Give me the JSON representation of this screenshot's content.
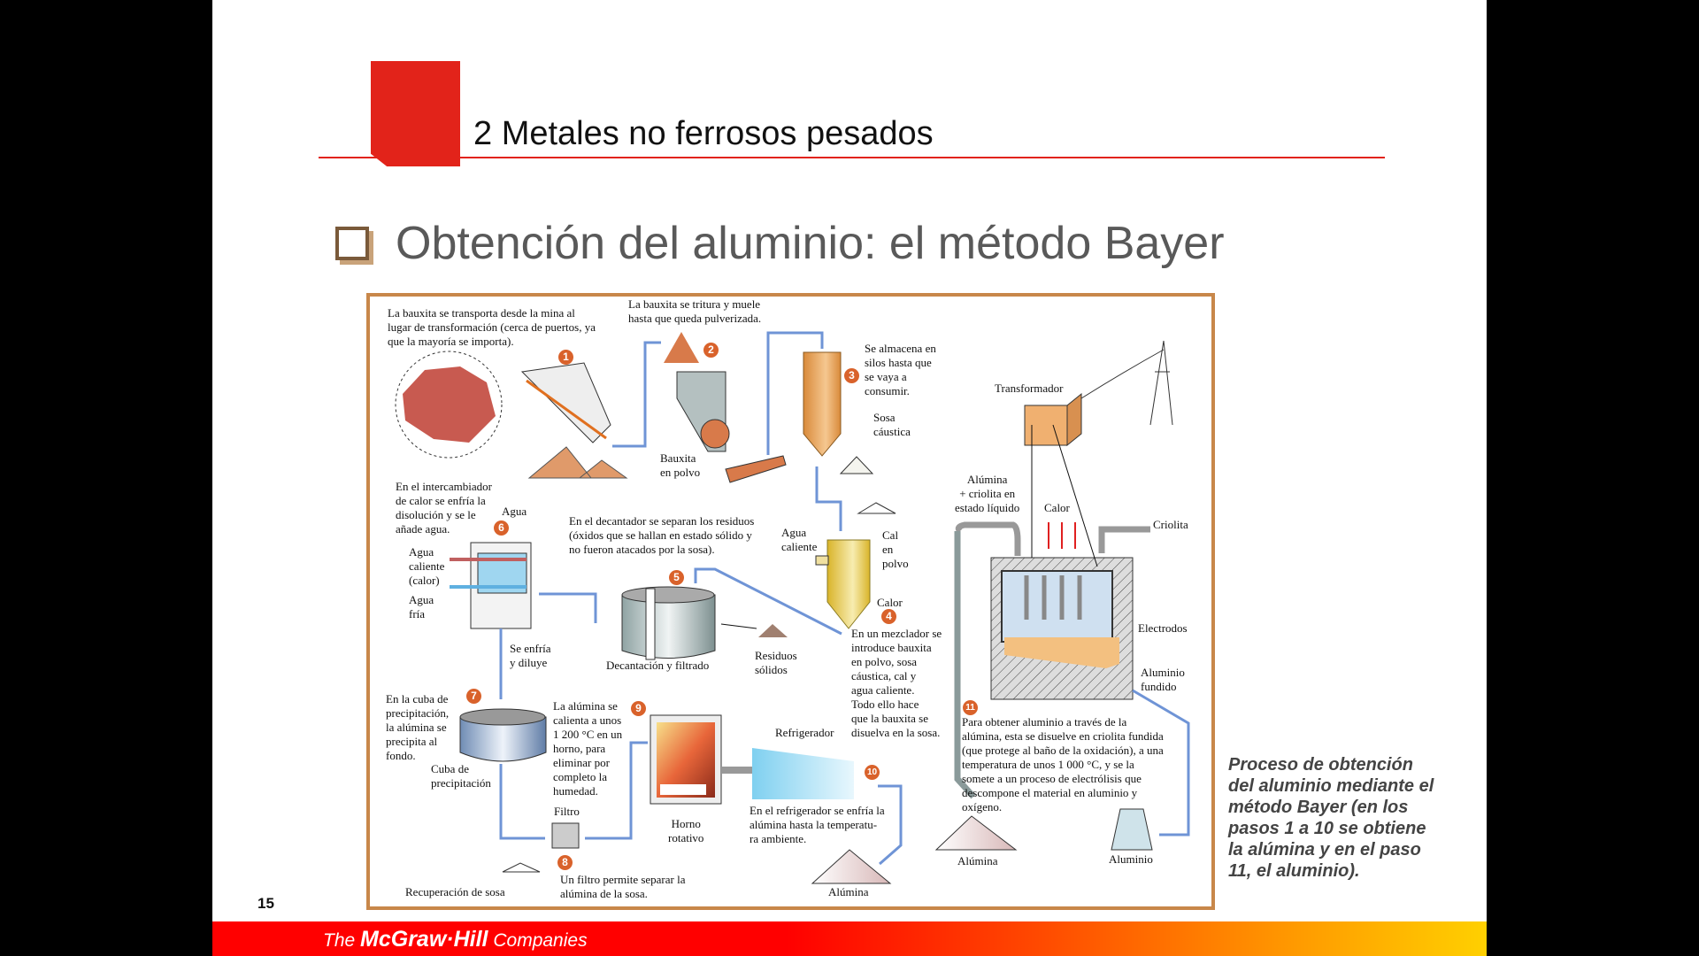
{
  "header": {
    "title": "2 Metales no ferrosos pesados"
  },
  "heading": "Obtención del aluminio: el método Bayer",
  "diagram": {
    "labels": [
      "La bauxita se transporta desde la mina al\nlugar de transformación (cerca de puertos, ya\nque la mayoría se importa).",
      "La bauxita se tritura y muele\nhasta que queda pulverizada.",
      "Se almacena en\nsilos hasta que\nse vaya a\nconsumir.",
      "Sosa\ncáustica",
      "Bauxita\nen polvo",
      "Transformador",
      "Alúmina\n+ criolita en\nestado líquido",
      "Calor",
      "Criolita",
      "En el intercambiador\nde calor se enfría la\ndisolución y se le\nañade agua.",
      "Agua",
      "En el decantador se separan los residuos\n(óxidos que se hallan en estado sólido y\nno fueron atacados por la sosa).",
      "Agua\ncaliente",
      "Cal\nen\npolvo",
      "Agua\ncaliente\n(calor)",
      "Agua\nfría",
      "Calor",
      "En un mezclador se\nintroduce bauxita\nen polvo, sosa\ncáustica, cal y\nagua caliente.\nTodo ello hace\nque la bauxita se\ndisuelva en la sosa.",
      "Electrodos",
      "Aluminio\nfundido",
      "Se enfría\ny diluye",
      "Decantación y filtrado",
      "Residuos\nsólidos",
      "En la cuba de\nprecipitación,\nla alúmina se\nprecipita al\nfondo.",
      "La alúmina se\ncalienta a unos\n1 200 °C en un\nhorno, para\neliminar por\ncompleto la\nhumedad.",
      "Refrigerador",
      "Para obtener aluminio a través de la\nalúmina, esta se disuelve en criolita fundida\n(que protege al baño de la oxidación), a una\ntemperatura de unos 1 000 °C, y se la\nsomete a un proceso de electrólisis que\ndescompone el material en aluminio y\noxígeno.",
      "Cuba de\nprecipitación",
      "Filtro",
      "Horno\nrotativo",
      "En el refrigerador se enfría la\nalúmina hasta la temperatu-\nra ambiente.",
      "Alúmina",
      "Aluminio",
      "Recuperación de sosa",
      "Un filtro permite separar la\nalúmina de la sosa.",
      "Alúmina"
    ],
    "steps": [
      "1",
      "2",
      "3",
      "4",
      "5",
      "6",
      "7",
      "8",
      "9",
      "10",
      "11"
    ]
  },
  "caption": "Proceso de obtención del aluminio mediante el método Bayer (en los pasos 1 a 10 se obtiene la alúmina y en el paso 11, el aluminio).",
  "page_number": "15",
  "footer": {
    "brand_the": "The",
    "brand_name": "McGraw·Hill",
    "brand_companies": "Companies"
  },
  "colors": {
    "accent": "#e2231a",
    "frame": "#c8874a",
    "flow": "#6f94d6",
    "step": "#d9622b"
  }
}
